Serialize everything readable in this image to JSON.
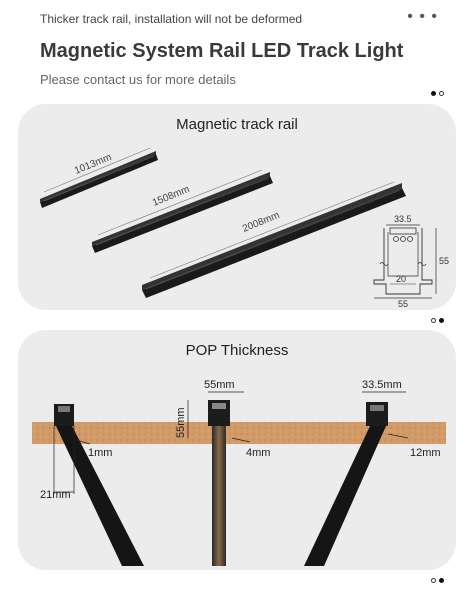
{
  "header": {
    "caption": "Thicker track rail, installation will not be deformed",
    "more_glyph": "• • •"
  },
  "page": {
    "title": "Magnetic System Rail LED Track Light",
    "subtitle": "Please contact us for more details"
  },
  "section1": {
    "title": "Magnetic track rail",
    "rails": [
      "1013mm",
      "1508mm",
      "2008mm"
    ],
    "profile": {
      "top": "33.5",
      "height": "55",
      "inner": "20",
      "bottom": "55"
    }
  },
  "section2": {
    "title": "POP Thickness",
    "labels": {
      "width_center": "55mm",
      "height_center": "55mm",
      "width_right": "33.5mm",
      "left_gap": "1mm",
      "left_width": "21mm",
      "center_gap": "4mm",
      "right_gap": "12mm"
    }
  }
}
